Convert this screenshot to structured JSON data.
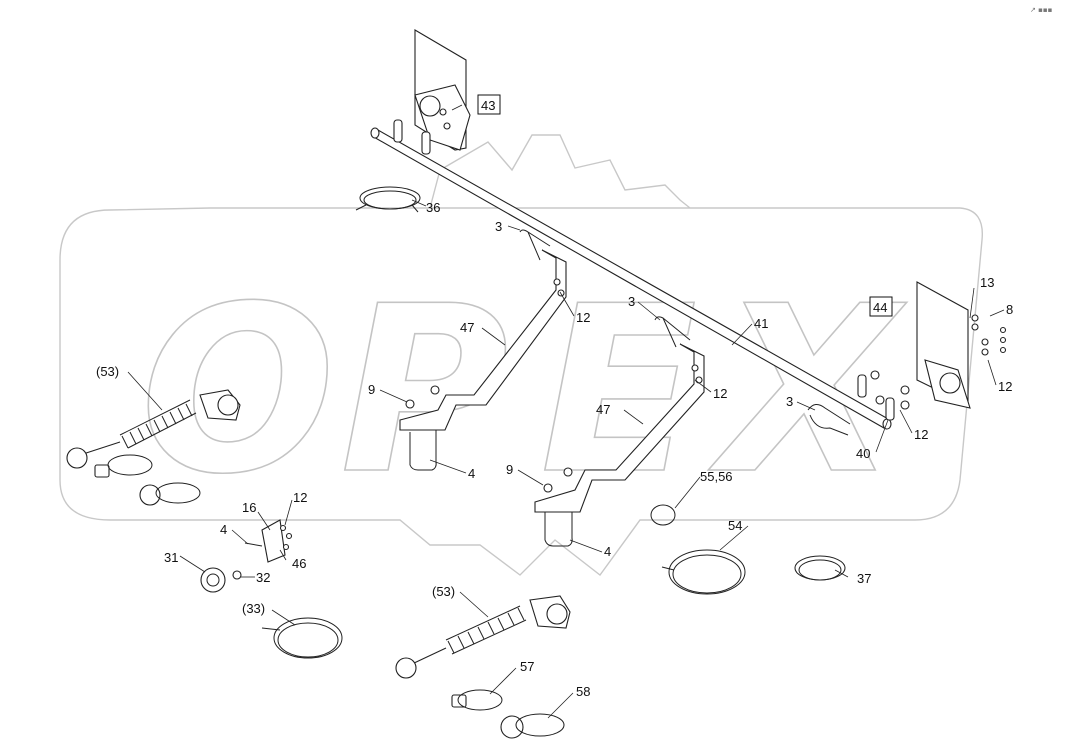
{
  "diagram": {
    "watermark_text": "OPEX",
    "corner_mark": "↗ ▪▪▪",
    "callouts": [
      {
        "id": "c43",
        "text": "43",
        "boxed": true
      },
      {
        "id": "c44",
        "text": "44",
        "boxed": true
      },
      {
        "id": "c36",
        "text": "36"
      },
      {
        "id": "c3a",
        "text": "3"
      },
      {
        "id": "c12a",
        "text": "12"
      },
      {
        "id": "c47a",
        "text": "47"
      },
      {
        "id": "c53a",
        "text": "(53)"
      },
      {
        "id": "c9a",
        "text": "9"
      },
      {
        "id": "c4a",
        "text": "4"
      },
      {
        "id": "c3b",
        "text": "3"
      },
      {
        "id": "c41",
        "text": "41"
      },
      {
        "id": "c12b",
        "text": "12"
      },
      {
        "id": "c47b",
        "text": "47"
      },
      {
        "id": "c13",
        "text": "13"
      },
      {
        "id": "c8",
        "text": "8"
      },
      {
        "id": "c12c",
        "text": "12"
      },
      {
        "id": "c3c",
        "text": "3"
      },
      {
        "id": "c12d",
        "text": "12"
      },
      {
        "id": "c40",
        "text": "40"
      },
      {
        "id": "c9b",
        "text": "9"
      },
      {
        "id": "c5556",
        "text": "55,56"
      },
      {
        "id": "c4b",
        "text": "4"
      },
      {
        "id": "c54",
        "text": "54"
      },
      {
        "id": "c16",
        "text": "16"
      },
      {
        "id": "c12e",
        "text": "12"
      },
      {
        "id": "c4c",
        "text": "4"
      },
      {
        "id": "c31",
        "text": "31"
      },
      {
        "id": "c46",
        "text": "46"
      },
      {
        "id": "c32",
        "text": "32"
      },
      {
        "id": "c33",
        "text": "(33)"
      },
      {
        "id": "c53b",
        "text": "(53)"
      },
      {
        "id": "c37",
        "text": "37"
      },
      {
        "id": "c57",
        "text": "57"
      },
      {
        "id": "c58",
        "text": "58"
      }
    ]
  }
}
